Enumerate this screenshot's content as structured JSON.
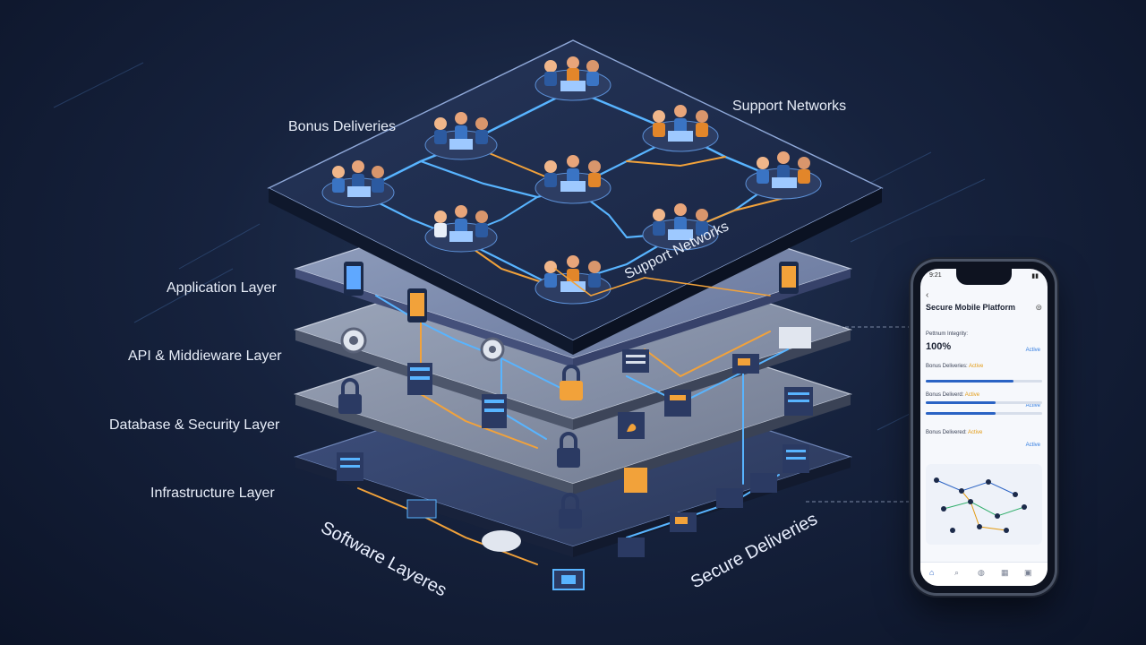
{
  "layers": {
    "application": "Application Layer",
    "api": "API & Middieware Layer",
    "database": "Database & Security Layer",
    "infrastructure": "Infrastructure Layer"
  },
  "top_platform": {
    "bonus_deliveries": "Bonus Deliveries",
    "support_networks_top": "Support Networks",
    "support_networks_bottom": "Support Networks"
  },
  "iso_labels": {
    "software_layers": "Software Layeres",
    "secure_deliveries": "Secure Deliveries"
  },
  "phone": {
    "status_time": "9:21",
    "back": "‹",
    "title": "Secure Mobile Platform",
    "menu": "⊜",
    "integrity_label": "Pettnum Integrity:",
    "integrity_value": "100%",
    "integrity_status": "Active",
    "rows": [
      {
        "label": "Bonus Deliveries: ",
        "state": "Active",
        "status": "",
        "progress": 0.75
      },
      {
        "label": "Bonus Deliverd: ",
        "state": "Active",
        "status": "Active",
        "progress": 0.6
      },
      {
        "label": "Bonus Delivered: ",
        "state": "Active",
        "status": "Active",
        "progress": 0.5
      }
    ],
    "tabs": [
      "home-icon",
      "search-icon",
      "globe-icon",
      "grid-icon",
      "profile-icon"
    ]
  },
  "colors": {
    "accent_blue": "#3aa0ff",
    "accent_orange": "#f2a23a",
    "layer_top": "#1c2a45",
    "layer_app": "#7f8fae",
    "layer_api": "#8994ab",
    "layer_db": "#8a93a6",
    "layer_infra": "#3a4a6e"
  }
}
